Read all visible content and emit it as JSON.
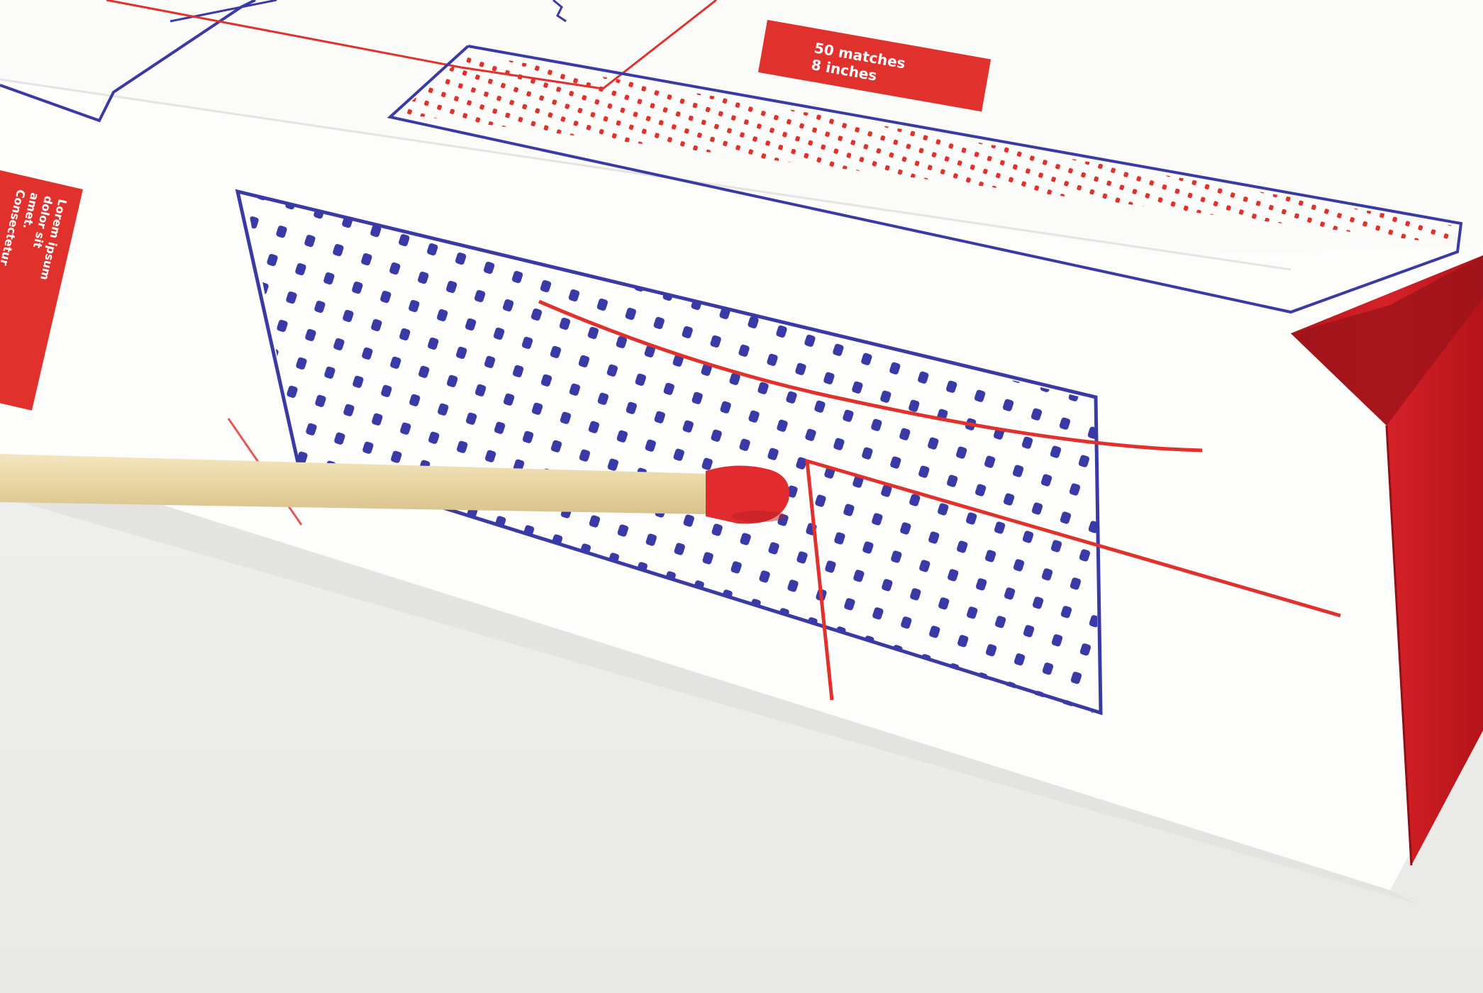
{
  "scene": {
    "subject": "matchbox-with-match",
    "colors": {
      "background": "#efefed",
      "box_white": "#fbfbfa",
      "box_shadow": "#e6e6e4",
      "print_blue": "#3a3aa6",
      "print_red": "#e0312c",
      "tray_red": "#c81f24",
      "tray_red_dark": "#9c141a",
      "match_wood": "#ead8a8",
      "match_head": "#e22b2f"
    }
  },
  "top_label": {
    "line1": "50 matches",
    "line2": "8 inches"
  },
  "side_label": {
    "lines": [
      "Lorem ipsum",
      "dolor sit",
      "amet.",
      "Consectetur"
    ]
  }
}
